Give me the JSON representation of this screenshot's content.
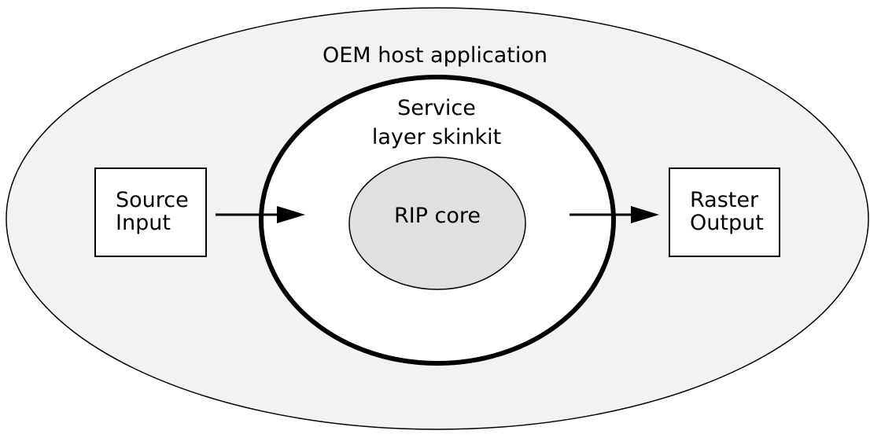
{
  "outer_region": {
    "label": "OEM host application"
  },
  "service_layer": {
    "label_line1": "Service",
    "label_line2": "layer skinkit"
  },
  "core": {
    "label": "RIP core"
  },
  "source_box": {
    "label_line1": "Source",
    "label_line2": "Input"
  },
  "raster_box": {
    "label_line1": "Raster",
    "label_line2": "Output"
  },
  "colors": {
    "outer_fill": "#f2f2f2",
    "service_fill": "#ffffff",
    "core_fill": "#e0e0e0",
    "stroke": "#000000"
  }
}
